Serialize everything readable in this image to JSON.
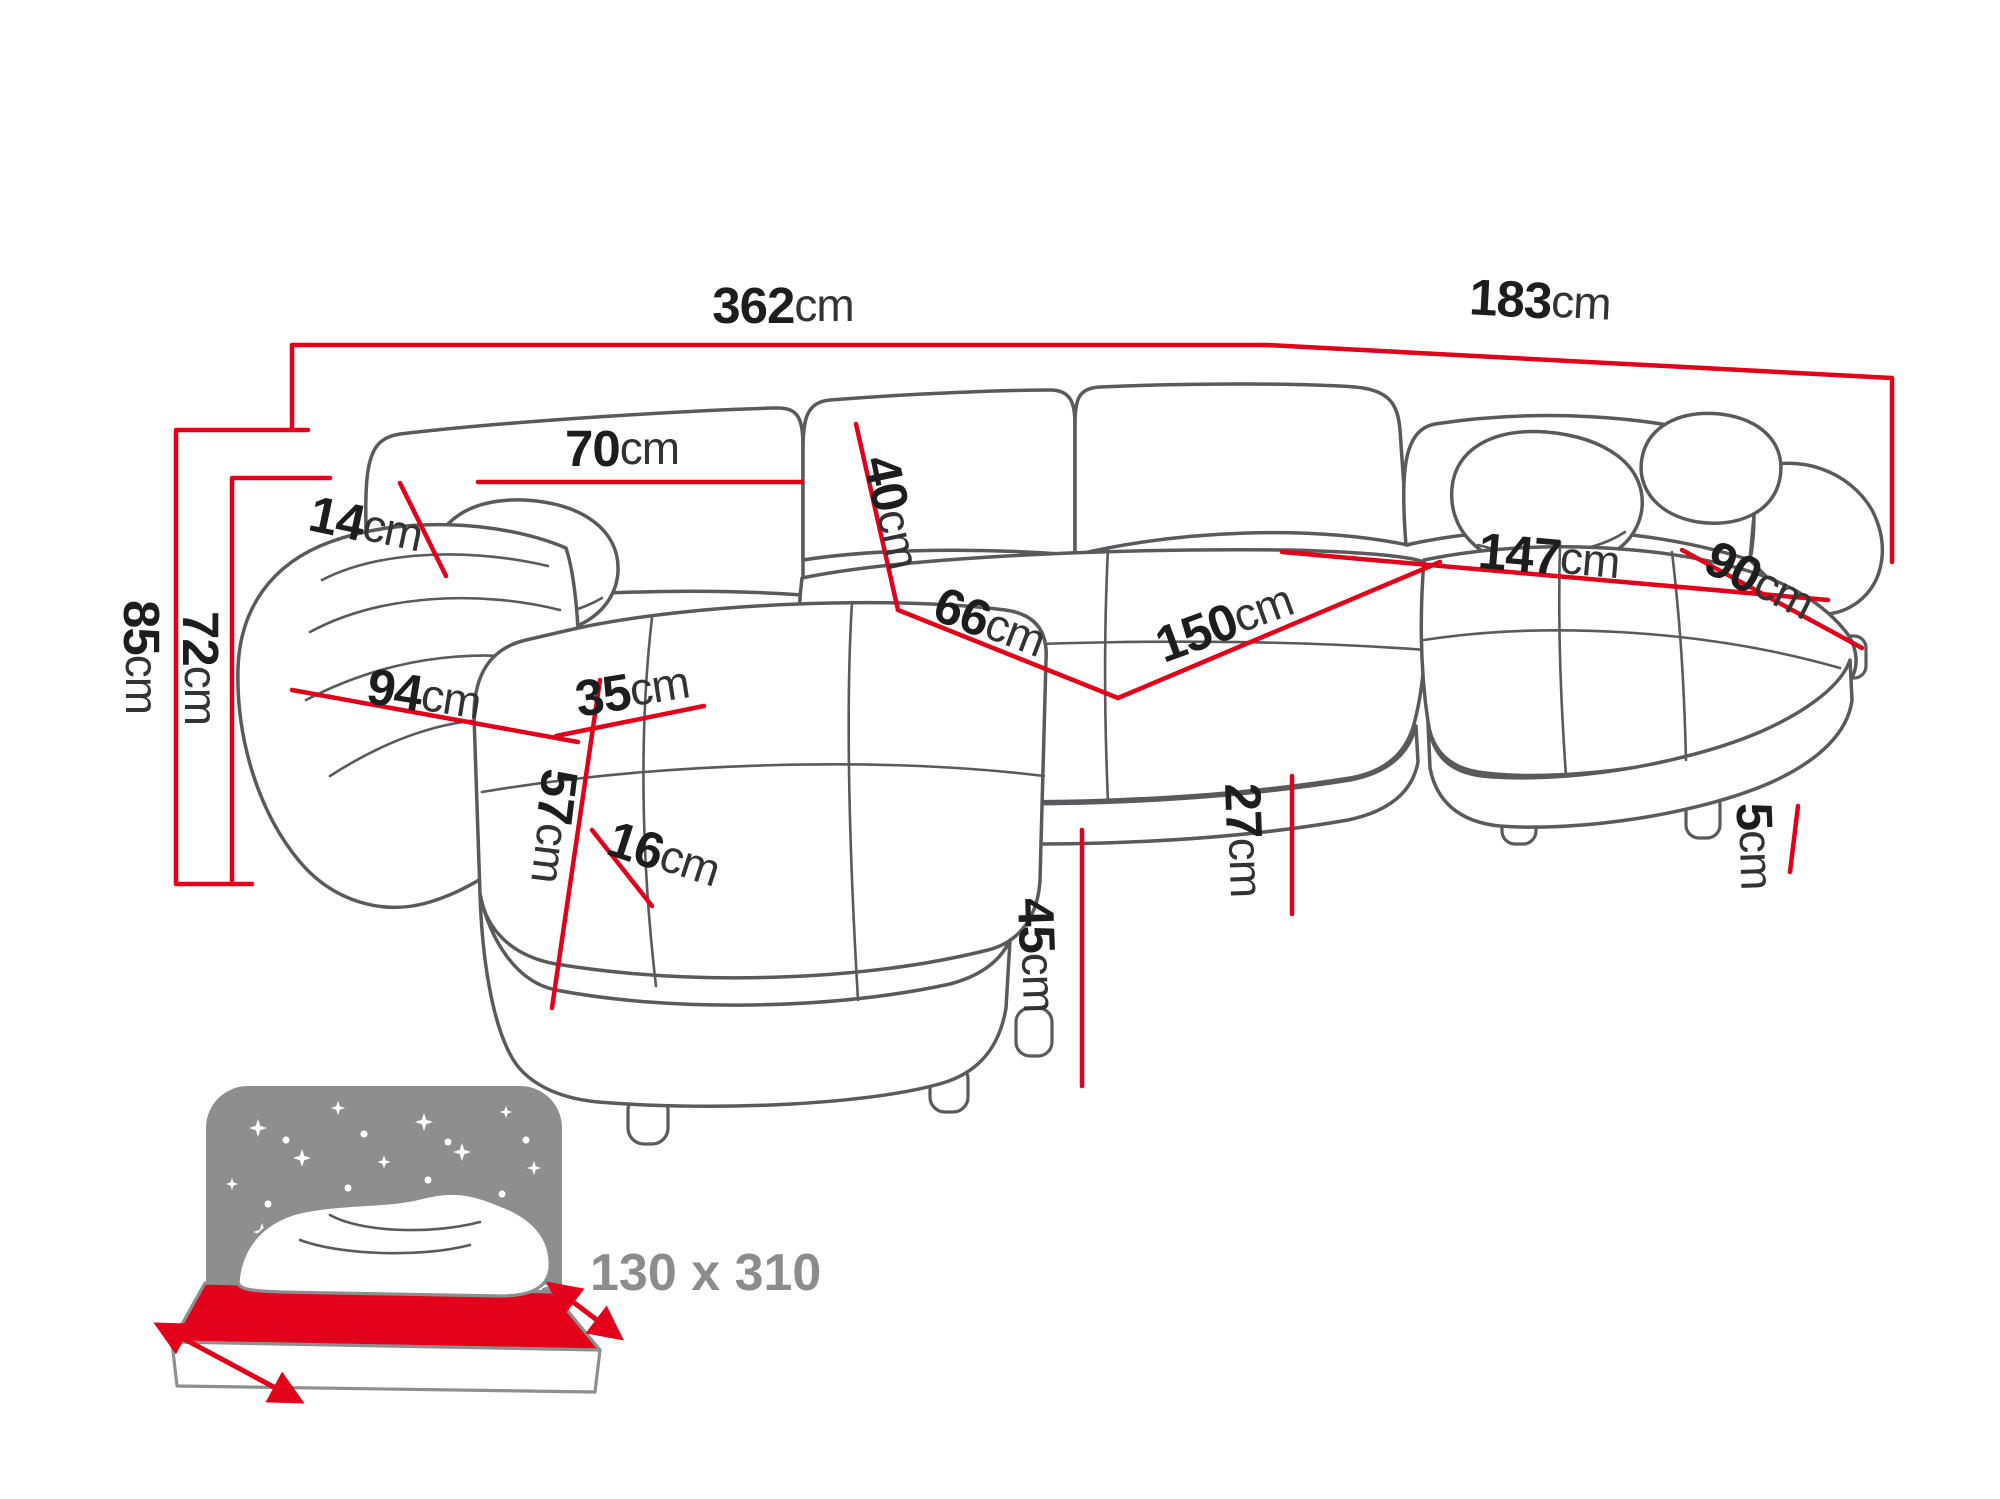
{
  "diagram": {
    "product": "corner-sofa-dimension-diagram",
    "colors": {
      "dimension_red": "#e2001a",
      "sofa_outline": "#5a5a5c",
      "label_text": "#1d1d1d",
      "icon_gray": "#8e8e8e",
      "background": "#ffffff"
    },
    "dimensions": {
      "overall_width": {
        "value": "362",
        "unit": "cm"
      },
      "overall_depth": {
        "value": "183",
        "unit": "cm"
      },
      "overall_height": {
        "value": "85",
        "unit": "cm"
      },
      "backrest_height": {
        "value": "72",
        "unit": "cm"
      },
      "headrest_width": {
        "value": "70",
        "unit": "cm"
      },
      "headrest_thickness": {
        "value": "14",
        "unit": "cm"
      },
      "back_cushion_height": {
        "value": "40",
        "unit": "cm"
      },
      "seat_depth": {
        "value": "66",
        "unit": "cm"
      },
      "seat_width": {
        "value": "150",
        "unit": "cm"
      },
      "chaise_length": {
        "value": "147",
        "unit": "cm"
      },
      "chaise_width": {
        "value": "90",
        "unit": "cm"
      },
      "armrest_depth": {
        "value": "94",
        "unit": "cm"
      },
      "armrest_width": {
        "value": "35",
        "unit": "cm"
      },
      "armrest_height": {
        "value": "57",
        "unit": "cm"
      },
      "seat_edge_height": {
        "value": "16",
        "unit": "cm"
      },
      "seat_height": {
        "value": "45",
        "unit": "cm"
      },
      "cushion_height": {
        "value": "27",
        "unit": "cm"
      },
      "leg_height": {
        "value": "5",
        "unit": "cm"
      }
    },
    "sleeping_area": {
      "label": "130 x 310"
    }
  }
}
